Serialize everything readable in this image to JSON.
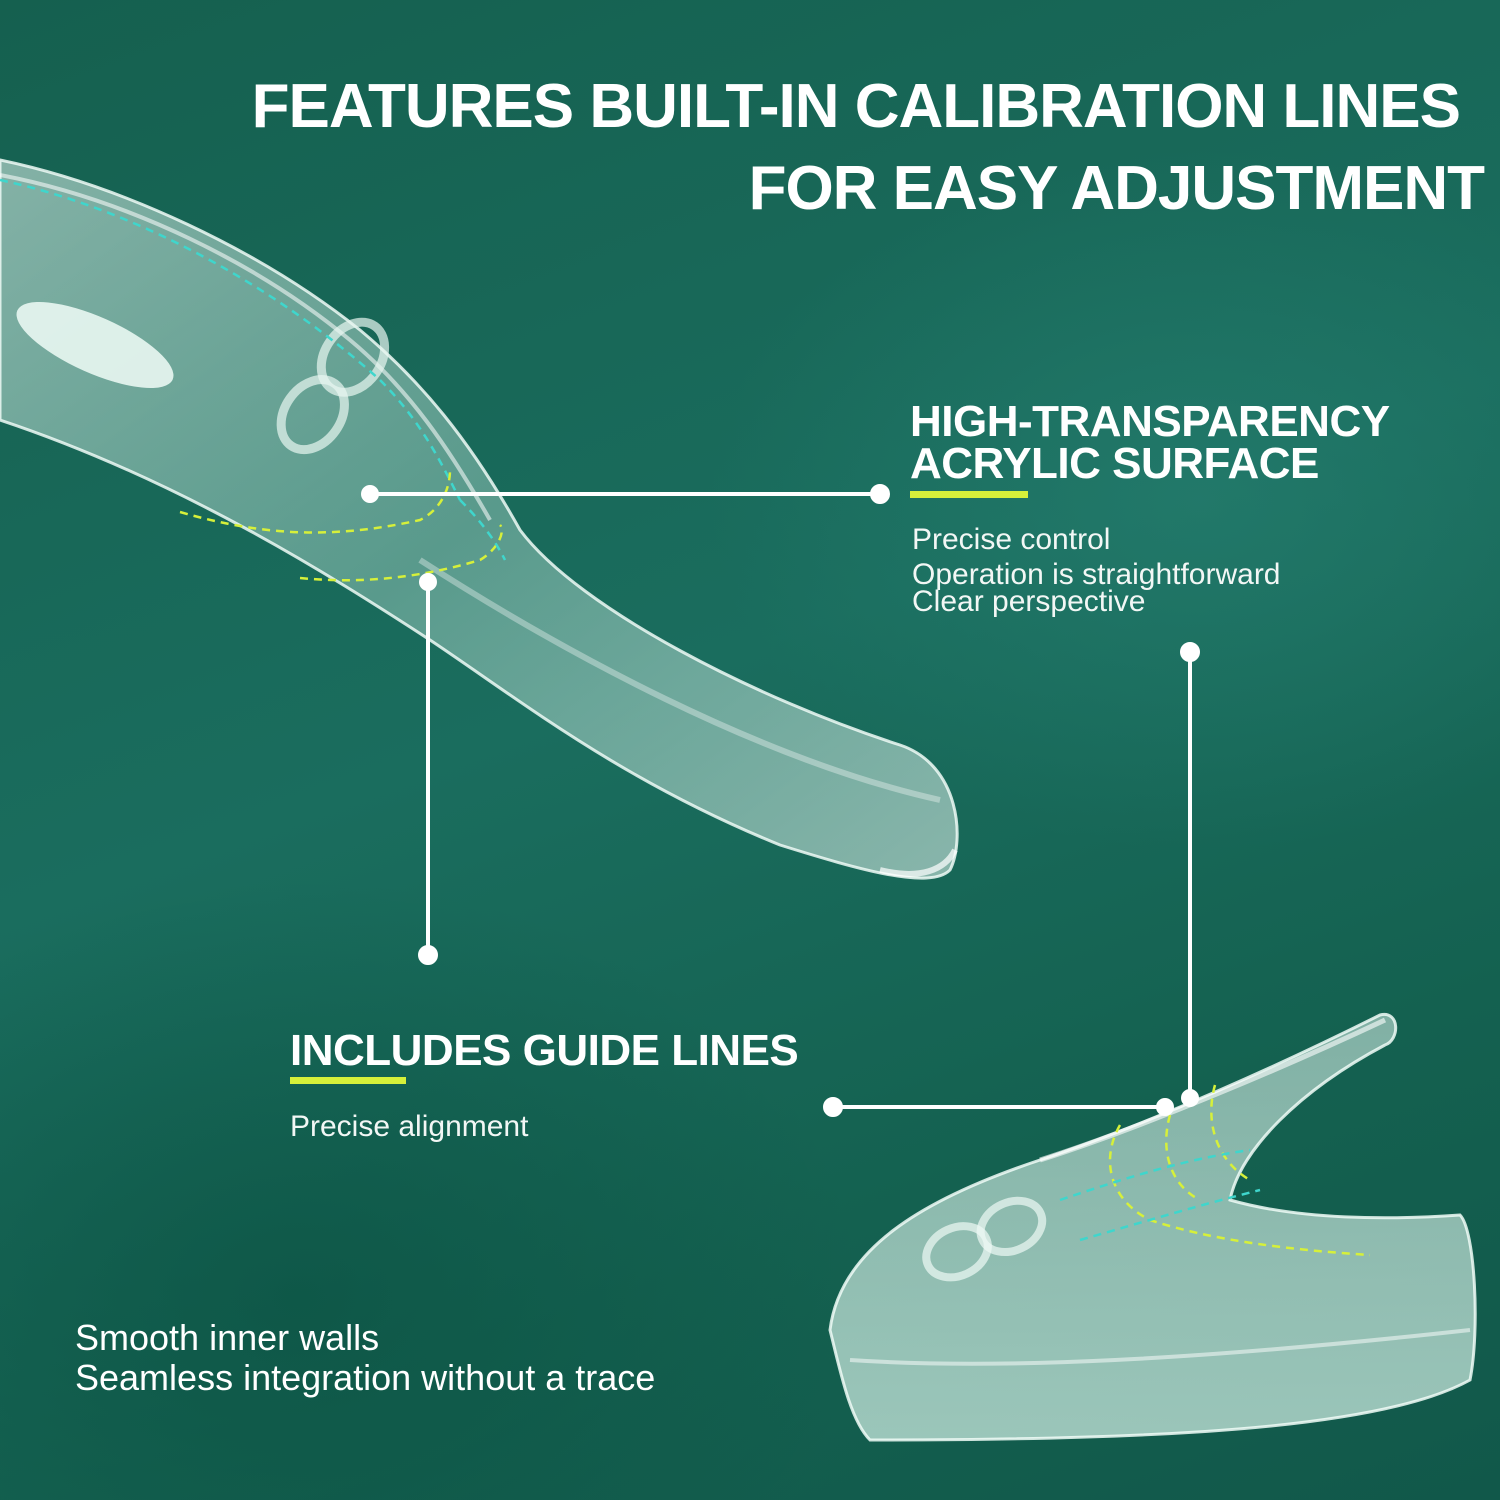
{
  "headline": {
    "line1": "FEATURES BUILT-IN CALIBRATION LINES",
    "line2": "FOR EASY ADJUSTMENT"
  },
  "callouts": {
    "surface": {
      "heading_line1": "HIGH-TRANSPARENCY",
      "heading_line2": "ACRYLIC SURFACE",
      "points": [
        "Precise control",
        "Operation is straightforward",
        "Clear perspective"
      ]
    },
    "guide": {
      "heading": "INCLUDES GUIDE LINES",
      "points": [
        "Precise alignment"
      ]
    }
  },
  "footer": {
    "line1": "Smooth inner walls",
    "line2": "Seamless integration without a trace"
  },
  "colors": {
    "background": "#166858",
    "accent": "#d6f03a",
    "leader": "#ffffff"
  },
  "icons": [
    "digit-eight-embossed-icon",
    "digit-eight-embossed-icon"
  ]
}
